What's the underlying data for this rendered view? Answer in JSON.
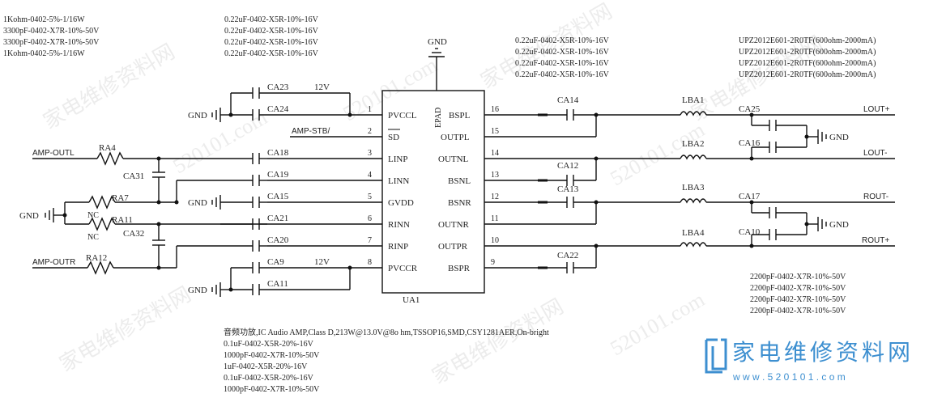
{
  "notes_top_left": [
    "1Kohm-0402-5%-1/16W",
    "3300pF-0402-X7R-10%-50V",
    "3300pF-0402-X7R-10%-50V",
    "1Kohm-0402-5%-1/16W"
  ],
  "notes_top_mid": [
    "0.22uF-0402-X5R-10%-16V",
    "0.22uF-0402-X5R-10%-16V",
    "0.22uF-0402-X5R-10%-16V",
    "0.22uF-0402-X5R-10%-16V"
  ],
  "notes_top_right": [
    "0.22uF-0402-X5R-10%-16V",
    "0.22uF-0402-X5R-10%-16V",
    "0.22uF-0402-X5R-10%-16V",
    "0.22uF-0402-X5R-10%-16V"
  ],
  "notes_top_far": [
    "UPZ2012E601-2R0TF(600ohm-2000mA)",
    "UPZ2012E601-2R0TF(600ohm-2000mA)",
    "UPZ2012E601-2R0TF(600ohm-2000mA)",
    "UPZ2012E601-2R0TF(600ohm-2000mA)"
  ],
  "notes_bottom_right": [
    "2200pF-0402-X7R-10%-50V",
    "2200pF-0402-X7R-10%-50V",
    "2200pF-0402-X7R-10%-50V",
    "2200pF-0402-X7R-10%-50V"
  ],
  "notes_bottom": [
    "音频功放,IC Audio AMP,Class D,213W@13.0V@8o  hm,TSSOP16,SMD,CSY1281AER,On-bright",
    "0.1uF-0402-X5R-20%-16V",
    "1000pF-0402-X7R-10%-50V",
    "1uF-0402-X5R-20%-16V",
    "0.1uF-0402-X5R-20%-16V",
    "1000pF-0402-X7R-10%-50V"
  ],
  "ic": {
    "name": "UA1",
    "epad": "EPAD",
    "gnd_top": "GND",
    "left_pins": [
      {
        "num": "1",
        "name": "PVCCL"
      },
      {
        "num": "2",
        "name": "SD"
      },
      {
        "num": "3",
        "name": "LINP"
      },
      {
        "num": "4",
        "name": "LINN"
      },
      {
        "num": "5",
        "name": "GVDD"
      },
      {
        "num": "6",
        "name": "RINN"
      },
      {
        "num": "7",
        "name": "RINP"
      },
      {
        "num": "8",
        "name": "PVCCR"
      }
    ],
    "right_pins": [
      {
        "num": "16",
        "name": "BSPL"
      },
      {
        "num": "15",
        "name": "OUTPL"
      },
      {
        "num": "14",
        "name": "OUTNL"
      },
      {
        "num": "13",
        "name": "BSNL"
      },
      {
        "num": "12",
        "name": "BSNR"
      },
      {
        "num": "11",
        "name": "OUTNR"
      },
      {
        "num": "10",
        "name": "OUTPR"
      },
      {
        "num": "9",
        "name": "BSPR"
      }
    ]
  },
  "labels": {
    "ca23": "CA23",
    "ca24": "CA24",
    "ca18": "CA18",
    "ca19": "CA19",
    "ca15": "CA15",
    "ca21": "CA21",
    "ca20": "CA20",
    "ca9": "CA9",
    "ca11": "CA11",
    "ca31": "CA31",
    "ca32": "CA32",
    "ra4": "RA4",
    "ra7": "RA7",
    "ra11": "RA11",
    "ra12": "RA12",
    "nc1": "NC",
    "nc2": "NC",
    "v12a": "12V",
    "v12b": "12V",
    "amp_stb": "AMP-STB/",
    "amp_outl": "AMP-OUTL",
    "amp_outr": "AMP-OUTR",
    "gnd1": "GND",
    "gnd2": "GND",
    "gnd3": "GND",
    "gnd4": "GND",
    "gnd5": "GND",
    "ca14": "CA14",
    "ca12": "CA12",
    "ca13": "CA13",
    "ca22": "CA22",
    "lba1": "LBA1",
    "lba2": "LBA2",
    "lba3": "LBA3",
    "lba4": "LBA4",
    "ca25": "CA25",
    "ca16": "CA16",
    "ca17": "CA17",
    "ca10": "CA10",
    "lout_p": "LOUT+",
    "lout_n": "LOUT-",
    "rout_n": "ROUT-",
    "rout_p": "ROUT+"
  },
  "watermark": {
    "brand": "家电维修资料网",
    "url": "w w w . 5 2 0 1 0 1 . c o m",
    "bg1": "家电维修资料网",
    "bg2": "520101.com"
  },
  "colors": {
    "wire": "#111111",
    "watermark": "#3d8fd0"
  }
}
